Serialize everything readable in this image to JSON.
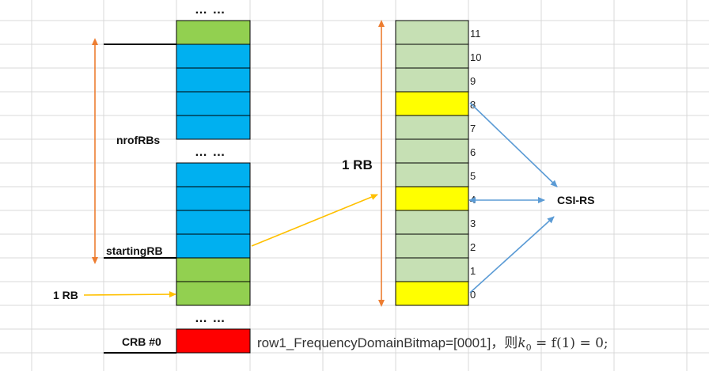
{
  "labels": {
    "nrofrbs": "nrofRBs",
    "startingrb": "startingRB",
    "one_rb_left": "1 RB",
    "one_rb_mid": "1 RB",
    "crb0": "CRB #0",
    "csi_rs": "CSI-RS",
    "dots": "… …"
  },
  "formula": {
    "prefix": "row1_FrequencyDomainBitmap=[0001]，则",
    "k": "k",
    "sub": "0",
    "rest": " = f(1) = 0;"
  },
  "subcarriers": [
    "0",
    "1",
    "2",
    "3",
    "4",
    "5",
    "6",
    "7",
    "8",
    "9",
    "10",
    "11"
  ],
  "highlighted_subcarriers": [
    0,
    4,
    8
  ],
  "colors": {
    "rb_green": "#92d050",
    "rb_blue": "#00b0f0",
    "crb_red": "#ff0000",
    "sc_light": "#c6e0b4",
    "sc_yellow": "#ffff00",
    "arrow_orange": "#ed7d31",
    "arrow_yellow": "#ffc000",
    "arrow_blue": "#5b9bd5"
  }
}
